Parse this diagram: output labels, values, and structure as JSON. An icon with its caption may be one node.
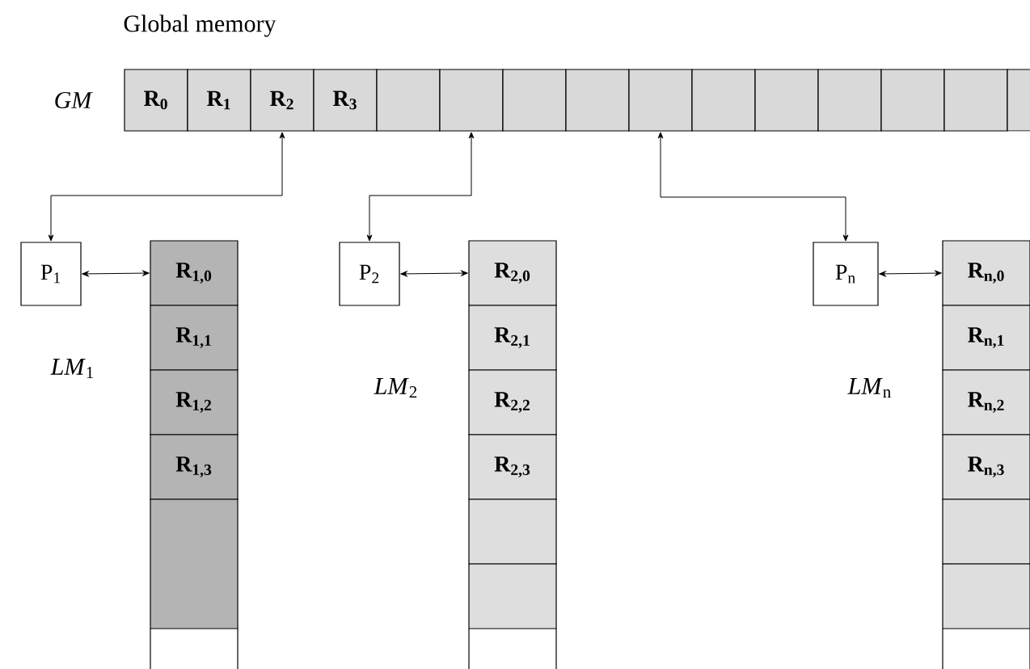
{
  "diagram": {
    "nodes": [
      {
        "text": [
          "R$_{0}$"
        ]
      },
      {
        "text": [
          "R$_{1}$"
        ]
      },
      {
        "text": [
          "R$_{2}$"
        ]
      },
      {
        "text": [
          "R$_{3}$"
        ]
      },
      {
        "text": [],
        "shape": "box"
      },
      {
        "text": [],
        "shape": "box"
      },
      {
        "text": [],
        "shape": "box"
      },
      {
        "text": [],
        "shape": "box"
      },
      {
        "text": [],
        "shape": "box"
      },
      {
        "text": [],
        "shape": "box"
      },
      {
        "text": [],
        "shape": "box"
      },
      {
        "text": [],
        "shape": "box"
      },
      {
        "text": [],
        "shape": "box"
      },
      {
        "text": [],
        "shape": "box"
      },
      {
        "text": [],
        "shape": "box"
      },
      {
        "text": [
          "P$_{1}$"
        ]
      },
      {
        "text": [
          "R$_{1,0}$"
        ]
      },
      {
        "text": [
          "R$_{1,1}$"
        ]
      },
      {
        "text": [
          "R$_{1,2}$"
        ]
      },
      {
        "text": [
          "R$_{1,3}$"
        ]
      },
      {
        "text": [],
        "shape": "box"
      },
      {
        "text": [
          "P$_{2}$"
        ]
      },
      {
        "text": [
          "R$_{2,0}$"
        ]
      },
      {
        "text": [
          "R$_{2,1}$"
        ]
      },
      {
        "text": [
          "R$_{2,2}$"
        ]
      },
      {
        "text": [
          "R$_{2,3}$"
        ]
      },
      {
        "text": [],
        "shape": "box"
      },
      {
        "text": [],
        "shape": "box"
      },
      {
        "text": [
          "P$_{n}$"
        ]
      },
      {
        "text": [
          "R$_{n,0}$"
        ]
      },
      {
        "text": [
          "R$_{n,1}$"
        ]
      },
      {
        "text": [
          "R$_{n,2}$"
        ]
      },
      {
        "text": [
          "R$_{n,3}$"
        ]
      },
      {
        "text": [],
        "shape": "box"
      },
      {
        "text": [],
        "shape": "box"
      }
    ],
    "edges": [
      {
        "from": 2,
        "to": 15,
        "arrow": "both"
      },
      {
        "from": 15,
        "to": 16,
        "arrow": "both"
      },
      {
        "from": 5,
        "to": 21,
        "arrow": "both"
      },
      {
        "from": 21,
        "to": 22,
        "arrow": "both"
      },
      {
        "from": 8,
        "to": 28,
        "arrow": "both"
      },
      {
        "from": 28,
        "to": 29,
        "arrow": "both"
      }
    ],
    "labels": [
      "Global memory",
      "GM",
      "*LM*$_{1}$",
      "*LM*$_{2}$",
      "*LM*$_{n}$"
    ]
  }
}
